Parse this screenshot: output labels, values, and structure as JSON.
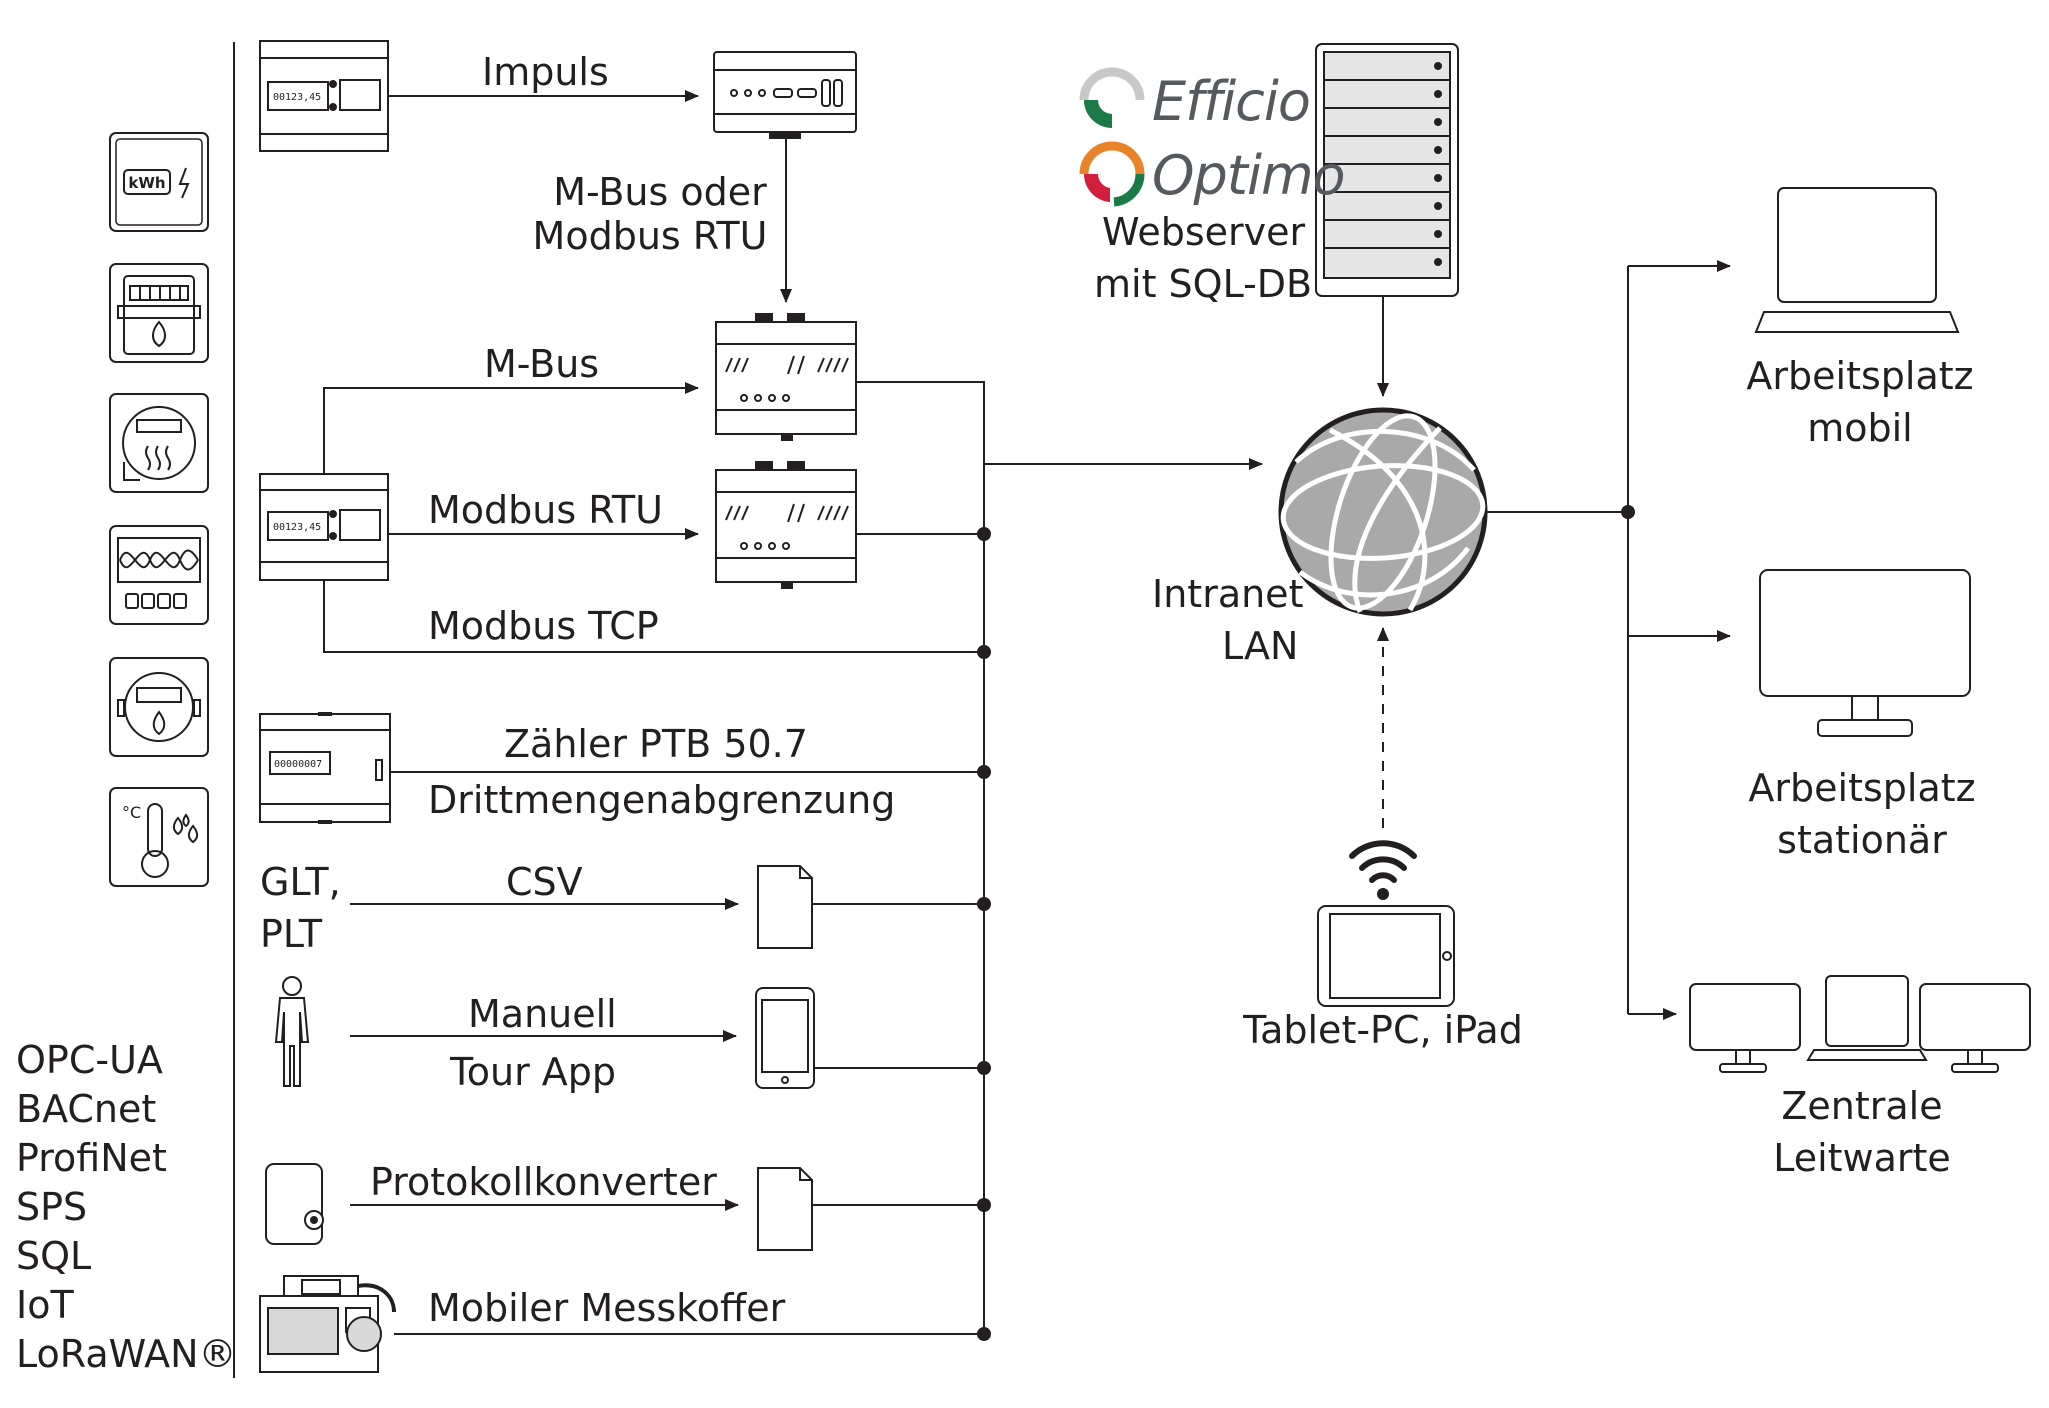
{
  "protocols": [
    "OPC-UA",
    "BACnet",
    "ProfiNet",
    "SPS",
    "SQL",
    "IoT",
    "LoRaWAN®"
  ],
  "meter_display": "00123,45",
  "meter_display_ptb": "00000007",
  "meter_unit": "kWh",
  "labels": {
    "impuls": "Impuls",
    "mbus_oder": "M-Bus oder",
    "modbus_rtu_top": "Modbus RTU",
    "mbus": "M-Bus",
    "modbus_rtu": "Modbus RTU",
    "modbus_tcp": "Modbus TCP",
    "zaehler_ptb": "Zähler PTB 50.7",
    "drittmengen": "Drittmengenabgrenzung",
    "glt": "GLT,",
    "plt": "PLT",
    "csv": "CSV",
    "manuell": "Manuell",
    "tour_app": "Tour App",
    "protokollkonverter": "Protokollkonverter",
    "mobiler_messkoffer": "Mobiler Messkoffer"
  },
  "server": {
    "brand1": "Efficio",
    "brand2": "Optimo",
    "line1": "Webserver",
    "line2": "mit SQL-DB"
  },
  "network": {
    "line1": "Intranet",
    "line2": "LAN"
  },
  "tablet": {
    "label": "Tablet-PC, iPad"
  },
  "workstations": {
    "mobil_1": "Arbeitsplatz",
    "mobil_2": "mobil",
    "stationaer_1": "Arbeitsplatz",
    "stationaer_2": "stationär",
    "zentrale_1": "Zentrale",
    "zentrale_2": "Leitwarte"
  },
  "colors": {
    "line": "#231f20",
    "globe_fill": "#a9a9a9",
    "server_fill": "#e6e6e6",
    "efficio_green": "#1c7a46",
    "optimo_orange": "#e8832a",
    "optimo_red": "#d21f3c",
    "brand_grey": "#555a5f"
  }
}
